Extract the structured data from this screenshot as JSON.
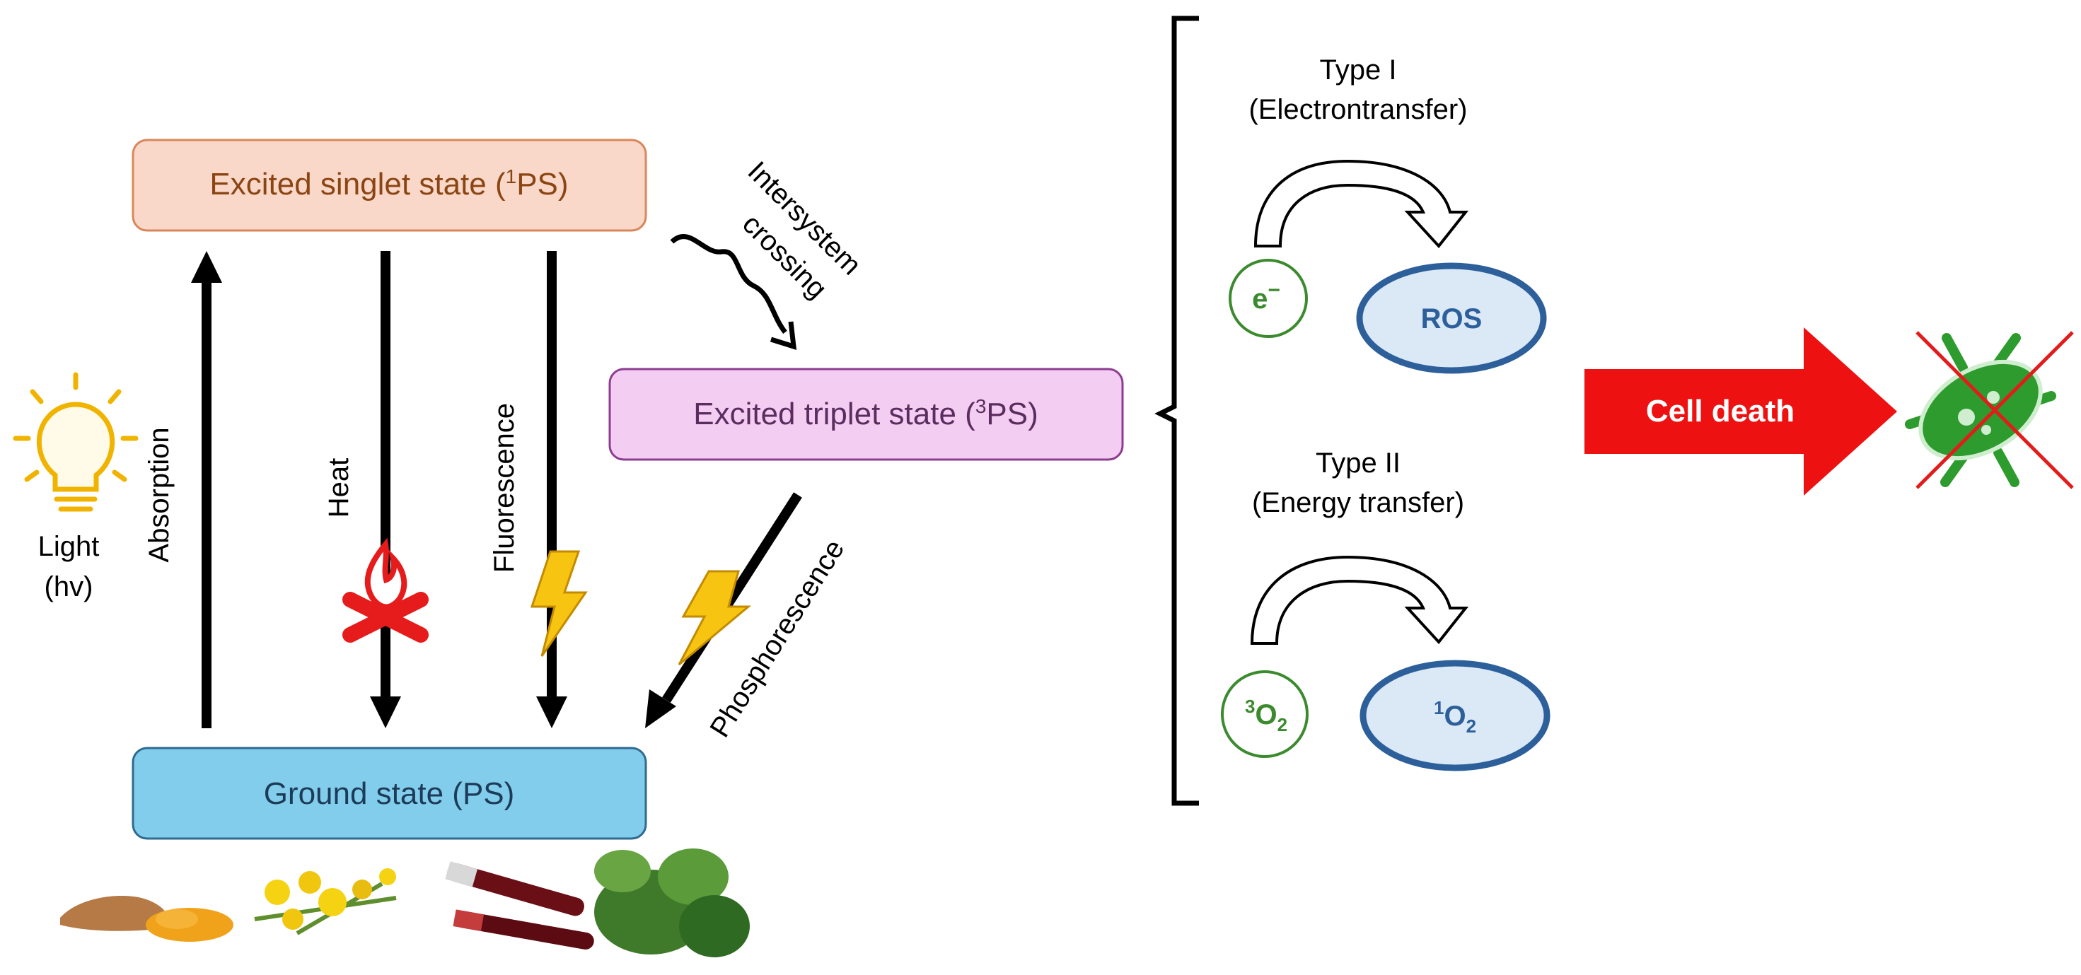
{
  "states": {
    "singlet": {
      "text": "Excited singlet state (",
      "sup": "1",
      "rest": "PS)",
      "color": "#8b4513",
      "fill": "#f9d8c9",
      "stroke": "#d9875a"
    },
    "triplet": {
      "text": "Excited triplet state (",
      "sup": "3",
      "rest": "PS)",
      "color": "#5a2d5e",
      "fill": "#f4cdf3",
      "stroke": "#8d3d90"
    },
    "ground": {
      "text": "Ground state (PS)",
      "color": "#1c3b57",
      "fill": "#83cdec",
      "stroke": "#2f6a8f"
    }
  },
  "labels": {
    "light_line1": "Light",
    "light_line2": "(hv)",
    "absorption": "Absorption",
    "heat": "Heat",
    "fluorescence": "Fluorescence",
    "isc_line1": "Intersystem",
    "isc_line2": "crossing",
    "phosphorescence": "Phosphorescence"
  },
  "mechanisms": {
    "type1": {
      "title": "Type I",
      "subtitle": "(Electrontransfer)",
      "donor": "e",
      "donor_sup": "−",
      "product": "ROS"
    },
    "type2": {
      "title": "Type II",
      "subtitle": "(Energy transfer)",
      "donor_sup": "3",
      "donor_base": "O",
      "donor_sub": "2",
      "product_sup": "1",
      "product_base": "O",
      "product_sub": "2"
    },
    "donor_color": "#3b8a2e",
    "product_color": "#2d5f9a",
    "product_fill": "#dbe9f6"
  },
  "outcome": {
    "label": "Cell death",
    "arrow_color": "#ee1111"
  },
  "icons": [
    "lightbulb-icon",
    "fire-icon",
    "lightning-icon",
    "microbe-crossed-icon",
    "turmeric-image",
    "st-johns-wort-image",
    "blood-tubes-image",
    "vegetables-image"
  ]
}
